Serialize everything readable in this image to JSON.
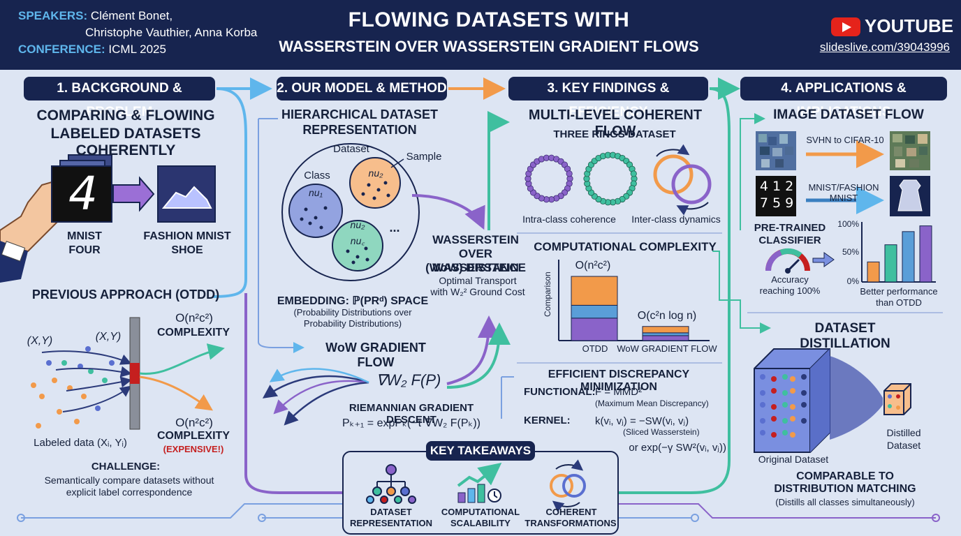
{
  "header": {
    "speakers_label": "SPEAKERS:",
    "speakers_line1": "Clément Bonet,",
    "speakers_line2": "Christophe Vauthier, Anna Korba",
    "conference_label": "CONFERENCE:",
    "conference_value": "ICML 2025",
    "title_line1": "FLOWING DATASETS WITH",
    "title_line2": "WASSERSTEIN OVER WASSERSTEIN GRADIENT FLOWS",
    "youtube_label": "YOUTUBE",
    "link": "slideslive.com/39043996"
  },
  "sections": {
    "s1": "1. BACKGROUND & PROBLEM",
    "s2": "2. OUR MODEL & METHOD",
    "s3": "3. KEY FINDINGS & EFFICIENCY",
    "s4": "4. APPLICATIONS & IMPLICATIONS"
  },
  "background": {
    "heading_line1": "COMPARING & FLOWING",
    "heading_line2": "LABELED DATASETS COHERENTLY",
    "digit": "4",
    "mnist_line1": "MNIST",
    "mnist_line2": "FOUR",
    "fashion_line1": "FASHION MNIST",
    "fashion_line2": "SHOE",
    "previous": "PREVIOUS APPROACH (OTDD)",
    "xy1": "(X,Y)",
    "xy2": "(X,Y)",
    "complexity_top_formula": "O(n²c²)",
    "complexity_top_label": "COMPLEXITY",
    "complexity_bottom_formula": "O(n²c²)",
    "complexity_bottom_label": "COMPLEXITY",
    "expensive": "(EXPENSIVE!)",
    "labeled_data": "Labeled data (Xᵢ, Yᵢ)",
    "challenge_label": "CHALLENGE:",
    "challenge_line1": "Semantically compare datasets without",
    "challenge_line2": "explicit label correspondence"
  },
  "model": {
    "heading_line1": "HIERARCHICAL DATASET",
    "heading_line2": "REPRESENTATION",
    "dataset": "Dataset",
    "sample": "Sample",
    "class": "Class",
    "nu1": "nu₁",
    "nu2a": "nu₂",
    "nu2b": "nu₂",
    "nuc": "nu꜀",
    "dots": "...",
    "wow_line1": "WASSERSTEIN",
    "wow_line2": "OVER WASSERSTEIN",
    "wow_line3": "(WoW) DISTANCE",
    "ot_line1": "Optimal Transport",
    "ot_line2": "with W₂² Ground Cost",
    "embedding": "EMBEDDING: ℙ(PRᵈ) SPACE",
    "embedding_sub1": "(Probability Distributions over",
    "embedding_sub2": "Probability Distributions)",
    "gradient_flow": "WoW GRADIENT FLOW",
    "nabla": "∇W₂ F(P)",
    "riemannian": "RIEMANNIAN GRADIENT DESCENT",
    "update_rule": "Pₖ₊₁ = expPₖ(−τ ∇W₂ F(Pₖ))"
  },
  "findings": {
    "heading": "MULTI-LEVEL COHERENT FLOW",
    "three_rings": "THREE RINGS DATASET",
    "intra": "Intra-class coherence",
    "inter": "Inter-class dynamics",
    "complexity_heading": "COMPUTATIONAL COMPLEXITY",
    "otdd_formula": "O(n²c²)",
    "wow_formula": "O(c²n log n)",
    "y_label": "Comparison",
    "x_otdd": "OTDD",
    "x_wow": "WoW GRADIENT FLOW",
    "efficient_heading": "EFFICIENT DISCREPANCY MINIMIZATION",
    "functional_label": "FUNCTIONAL:",
    "functional_value": "F = MMD²",
    "functional_sub": "(Maximum Mean Discrepancy)",
    "kernel_label": "KERNEL:",
    "kernel_value": "k(vᵢ, vⱼ) = −SW(vᵢ, vⱼ)",
    "kernel_sub": "(Sliced Wasserstein)",
    "kernel_alt": "or exp(−γ SW²(vᵢ, vⱼ))"
  },
  "applications": {
    "image_flow": "IMAGE DATASET FLOW",
    "svhn": "SVHN to CIFAR-10",
    "digits_row1": "4 1 2",
    "digits_row2": "7 5 9",
    "mnist_fashion": "MNIST/FASHION MNIST",
    "pretrained_line1": "PRE-TRAINED",
    "pretrained_line2": "CLASSIFIER",
    "accuracy_line1": "Accuracy",
    "accuracy_line2": "reaching 100%",
    "tick_100": "100%",
    "tick_50": "50%",
    "tick_0": "0%",
    "better_line1": "Better performance",
    "better_line2": "than OTDD",
    "distillation": "DATASET DISTILLATION",
    "original": "Original Dataset",
    "distilled_line1": "Distilled",
    "distilled_line2": "Dataset",
    "comparable_line1": "COMPARABLE TO",
    "comparable_line2": "DISTRIBUTION MATCHING",
    "comparable_sub": "(Distills all classes simultaneously)"
  },
  "takeaways": {
    "heading": "KEY TAKEAWAYS",
    "t1_line1": "DATASET",
    "t1_line2": "REPRESENTATION",
    "t2_line1": "COMPUTATIONAL",
    "t2_line2": "SCALABILITY",
    "t3_line1": "COHERENT",
    "t3_line2": "TRANSFORMATIONS"
  },
  "colors": {
    "navy": "#17244f",
    "blue": "#5fb6ec",
    "orange": "#f29a4a",
    "teal": "#3fbf9f",
    "purple": "#8a63c9",
    "red": "#c51f1f"
  },
  "chart_data": [
    {
      "type": "bar",
      "title": "COMPUTATIONAL COMPLEXITY",
      "categories": [
        "OTDD",
        "WoW GRADIENT FLOW"
      ],
      "ylabel": "Comparison",
      "annotations": [
        "O(n²c²)",
        "O(c²n log n)"
      ],
      "values": [
        1.0,
        0.22
      ]
    },
    {
      "type": "bar",
      "categories": [
        "",
        "",
        "",
        ""
      ],
      "values": [
        35,
        65,
        88,
        98
      ],
      "ylim": [
        0,
        100
      ],
      "yticks": [
        "0%",
        "50%",
        "100%"
      ],
      "xlabel": "Better performance than OTDD"
    }
  ]
}
